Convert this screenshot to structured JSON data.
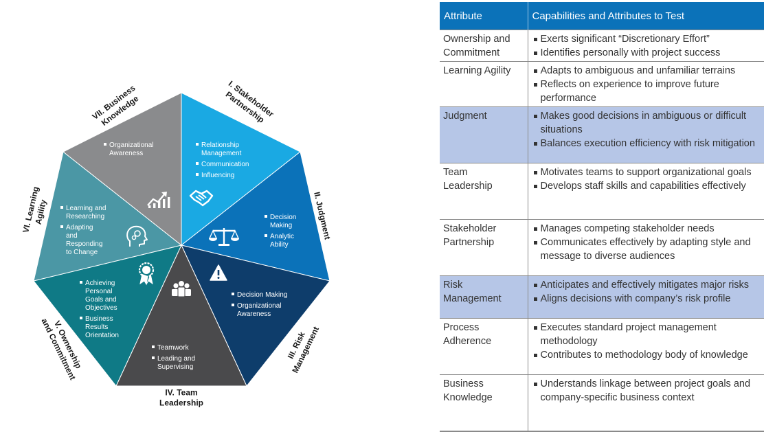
{
  "diagram": {
    "segments": [
      {
        "id": "stakeholder",
        "color": "#1aa9e3",
        "title_lines": [
          "I. Stakeholder",
          "Partnership"
        ],
        "bullets": [
          [
            "Relationship",
            "Management"
          ],
          [
            "Communication"
          ],
          [
            "Influencing"
          ]
        ],
        "icon": "handshake-icon"
      },
      {
        "id": "judgment",
        "color": "#0b72b9",
        "title_lines": [
          "II. Judgment"
        ],
        "bullets": [
          [
            "Decision",
            "Making"
          ],
          [
            "Analytic",
            "Ability"
          ]
        ],
        "icon": "scales-icon"
      },
      {
        "id": "risk",
        "color": "#0e3d6b",
        "title_lines": [
          "III. Risk",
          "Management"
        ],
        "bullets": [
          [
            "Decision Making"
          ],
          [
            "Organizational",
            "Awareness"
          ]
        ],
        "icon": "warning-icon"
      },
      {
        "id": "team",
        "color": "#4a4a4c",
        "title_lines": [
          "IV. Team",
          "Leadership"
        ],
        "bullets": [
          [
            "Teamwork"
          ],
          [
            "Leading and",
            "Supervising"
          ]
        ],
        "icon": "team-icon"
      },
      {
        "id": "ownership",
        "color": "#0f7a86",
        "title_lines": [
          "V. Ownership",
          "and Commitment"
        ],
        "bullets": [
          [
            "Achieving",
            "Personal",
            "Goals and",
            "Objectives"
          ],
          [
            "Business",
            "Results",
            "Orientation"
          ]
        ],
        "icon": "ribbon-icon"
      },
      {
        "id": "learning",
        "color": "#4b97a5",
        "title_lines": [
          "VI. Learning",
          "Agility"
        ],
        "bullets": [
          [
            "Learning and",
            "Researching"
          ],
          [
            "Adapting",
            "and",
            "Responding",
            "to Change"
          ]
        ],
        "icon": "head-gears-icon"
      },
      {
        "id": "business",
        "color": "#8a8b8d",
        "title_lines": [
          "VII. Business",
          "Knowledge"
        ],
        "bullets": [
          [
            "Organizational",
            "Awareness"
          ]
        ],
        "icon": "growth-chart-icon"
      }
    ]
  },
  "table": {
    "headers": [
      "Attribute",
      "Capabilities and Attributes to Test"
    ],
    "rows": [
      {
        "attribute": [
          "Ownership and",
          "Commitment"
        ],
        "capabilities": [
          "Exerts significant “Discretionary Effort”",
          "Identifies personally with project success"
        ],
        "shaded": false
      },
      {
        "attribute": [
          "Learning Agility"
        ],
        "capabilities": [
          "Adapts to ambiguous and unfamiliar terrains",
          "Reflects on experience to improve future performance"
        ],
        "shaded": false
      },
      {
        "attribute": [
          "Judgment"
        ],
        "capabilities": [
          "Makes good decisions in ambiguous or difficult situations",
          "Balances execution efficiency with risk mitigation"
        ],
        "shaded": true
      },
      {
        "attribute": [
          "Team",
          "Leadership"
        ],
        "capabilities": [
          "Motivates teams to support organizational goals",
          "Develops staff skills and capabilities effectively"
        ],
        "shaded": false
      },
      {
        "attribute": [
          "Stakeholder",
          "Partnership"
        ],
        "capabilities": [
          "Manages competing stakeholder needs",
          "Communicates effectively by adapting style and message to diverse audiences"
        ],
        "shaded": false
      },
      {
        "attribute": [
          "Risk",
          "Management"
        ],
        "capabilities": [
          "Anticipates and effectively mitigates major risks",
          "Aligns decisions with company’s risk profile"
        ],
        "shaded": true
      },
      {
        "attribute": [
          "Process",
          "Adherence"
        ],
        "capabilities": [
          "Executes standard project management methodology",
          "Contributes to methodology body of knowledge"
        ],
        "shaded": false
      },
      {
        "attribute": [
          "Business",
          "Knowledge"
        ],
        "capabilities": [
          "Understands linkage between project goals and company-specific business context"
        ],
        "shaded": false
      }
    ]
  }
}
